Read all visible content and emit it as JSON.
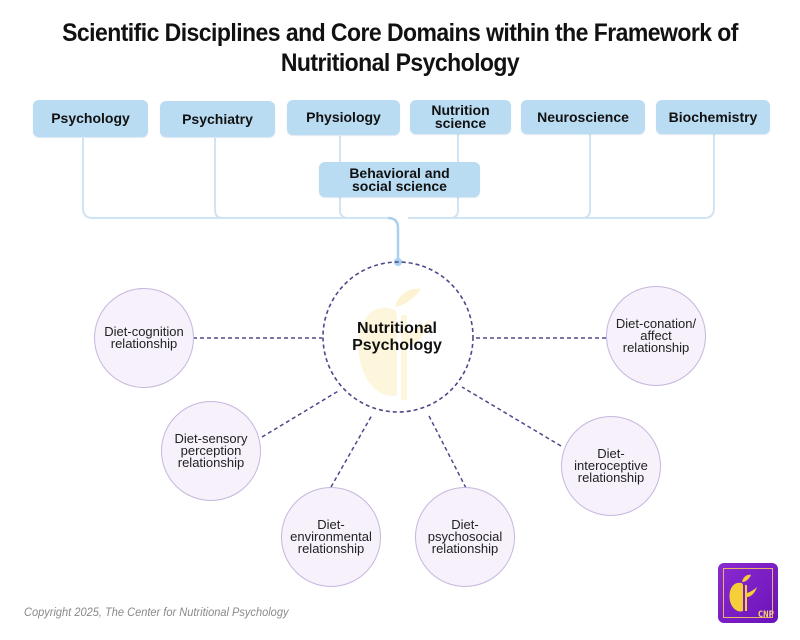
{
  "title": {
    "line1": "Scientific Disciplines and Core Domains within the Framework of",
    "line2": "Nutritional Psychology"
  },
  "disciplines": [
    {
      "label_lines": [
        "Psychology"
      ]
    },
    {
      "label_lines": [
        "Psychiatry"
      ]
    },
    {
      "label_lines": [
        "Physiology"
      ]
    },
    {
      "label_lines": [
        "Nutrition",
        "science"
      ]
    },
    {
      "label_lines": [
        "Neuroscience"
      ]
    },
    {
      "label_lines": [
        "Biochemistry"
      ]
    }
  ],
  "behavioral": {
    "label_lines": [
      "Behavioral and",
      "social science"
    ]
  },
  "center": {
    "label_lines": [
      "Nutritional",
      "Psychology"
    ],
    "icon": "apple-icon"
  },
  "domains": [
    {
      "label_lines": [
        "Diet-cognition",
        "relationship"
      ]
    },
    {
      "label_lines": [
        "Diet-sensory",
        "perception",
        "relationship"
      ]
    },
    {
      "label_lines": [
        "Diet-",
        "environmental",
        "relationship"
      ]
    },
    {
      "label_lines": [
        "Diet-",
        "psychosocial",
        "relationship"
      ]
    },
    {
      "label_lines": [
        "Diet-",
        "interoceptive",
        "relationship"
      ]
    },
    {
      "label_lines": [
        "Diet-conation/",
        "affect",
        "relationship"
      ]
    }
  ],
  "footer": {
    "copyright": "Copyright 2025, The Center for Nutritional Psychology",
    "logo_text": "CNP"
  },
  "colors": {
    "discipline_fill": "#b9dcf2",
    "connector": "#c9e2f5",
    "dashed_line": "#4c4a8a",
    "domain_fill": "#f6f1fb",
    "domain_border": "#c6b6dd",
    "logo": "#7a1fc6"
  }
}
